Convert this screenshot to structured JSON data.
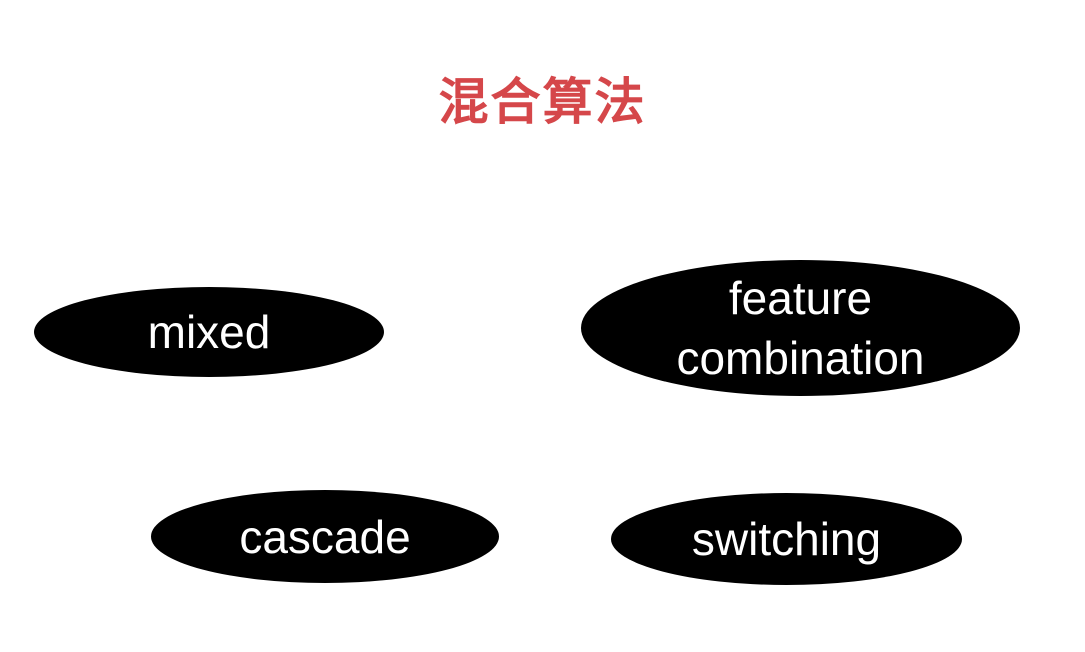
{
  "title": {
    "text": "混合算法",
    "color": "#d5474a"
  },
  "colors": {
    "node_fill": "#000000",
    "node_text": "#ffffff",
    "background": "#ffffff"
  },
  "nodes": [
    {
      "id": "mixed",
      "label": "mixed"
    },
    {
      "id": "feature-combination",
      "label": "feature\ncombination"
    },
    {
      "id": "cascade",
      "label": "cascade"
    },
    {
      "id": "switching",
      "label": "switching"
    }
  ]
}
